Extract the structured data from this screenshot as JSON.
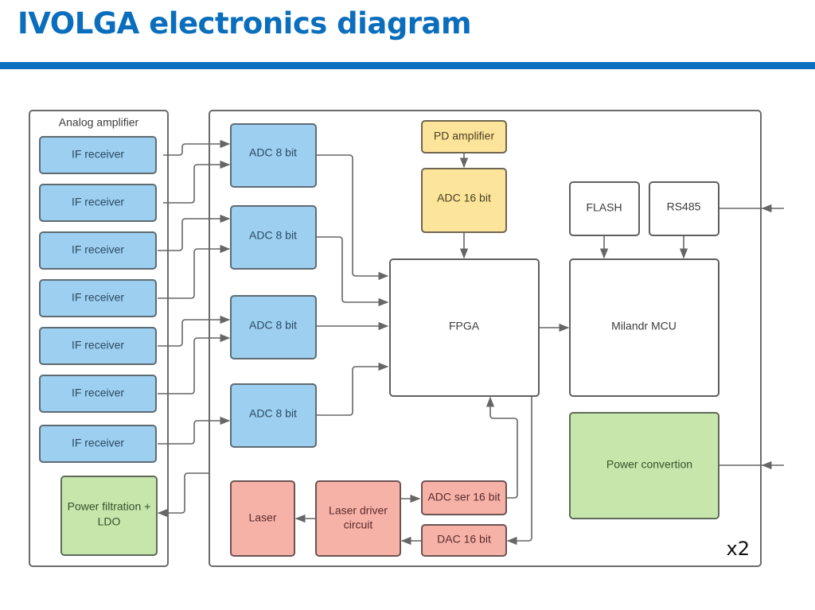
{
  "header": {
    "title": "IVOLGA electronics diagram"
  },
  "colors": {
    "title": "#0a6ebd",
    "rule": "#0b6fbf",
    "blue_block": "#9ccff0",
    "yellow_block": "#fde49b",
    "red_block": "#f7b2a8",
    "green_block": "#c6e6ab",
    "white_block": "#ffffff",
    "stroke": "#5f5f5f"
  },
  "analog_group": {
    "label": "Analog amplifier",
    "if_receivers": [
      "IF receiver",
      "IF receiver",
      "IF receiver",
      "IF receiver",
      "IF receiver",
      "IF receiver",
      "IF receiver"
    ],
    "power_block": "Power filtration + LDO"
  },
  "main_board": {
    "adcs_8bit": [
      "ADC 8 bit",
      "ADC 8 bit",
      "ADC 8 bit",
      "ADC 8 bit"
    ],
    "pd_amplifier": "PD amplifier",
    "adc_16bit": "ADC 16 bit",
    "fpga": "FPGA",
    "flash": "FLASH",
    "rs485": "RS485",
    "mcu": "Milandr MCU",
    "power_conversion": "Power convertion",
    "laser": "Laser",
    "laser_driver": "Laser driver circuit",
    "adc_ser_16bit": "ADC ser 16 bit",
    "dac_16bit": "DAC 16 bit",
    "multiplier": "x2"
  }
}
